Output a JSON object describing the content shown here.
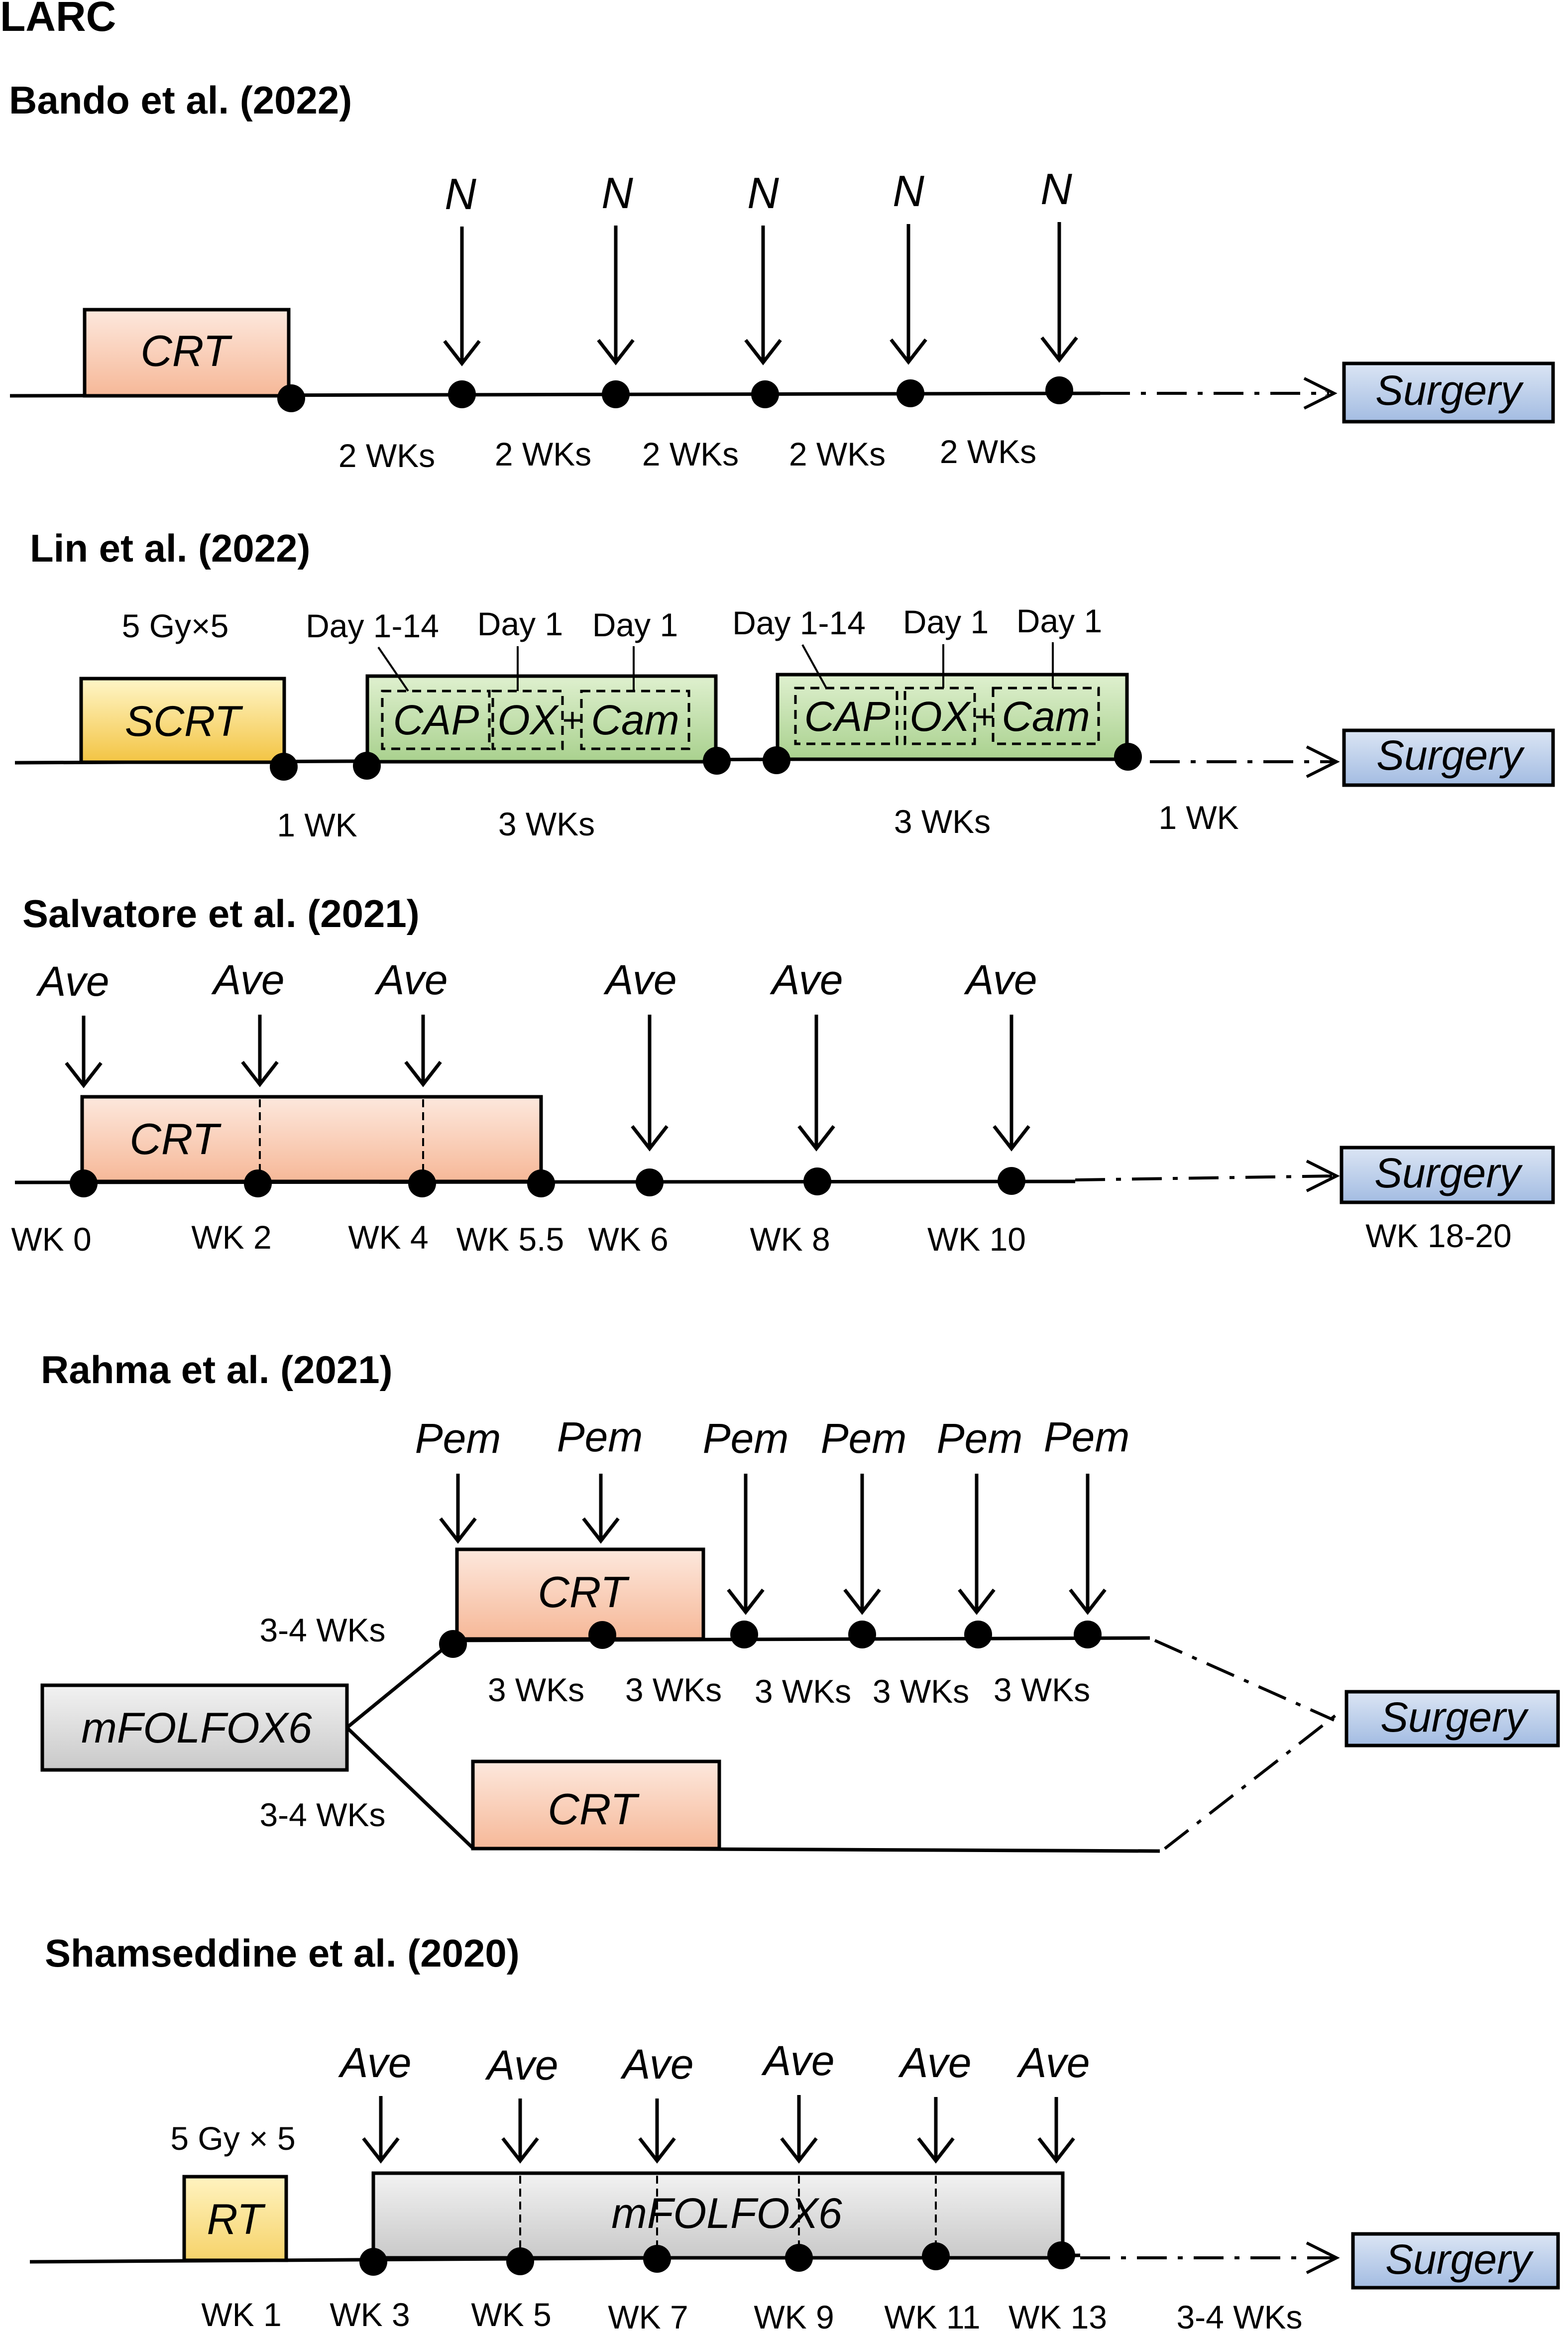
{
  "figure_label": "LARC",
  "colors": {
    "crt": "#f9c9b0",
    "crt_light": "#fde8dd",
    "scrt_top": "#fff3b8",
    "scrt_bottom": "#f5c84a",
    "green": "#c4dfa8",
    "gray": "#d9d9d9",
    "surgery": "#b4c7e7",
    "rt": "#fde8a0"
  },
  "panels": {
    "bando": {
      "title": "Bando et al. (2022)",
      "box": "CRT",
      "drug": "N",
      "intervals": [
        "2 WKs",
        "2 WKs",
        "2 WKs",
        "2 WKs",
        "2 WKs"
      ],
      "surgery": "Surgery"
    },
    "lin": {
      "title": "Lin et al. (2022)",
      "dose": "5 Gy×5",
      "box": "SCRT",
      "day_labels": [
        "Day 1-14",
        "Day 1",
        "Day 1",
        "Day 1-14",
        "Day 1",
        "Day 1"
      ],
      "cycle1": [
        "CAP",
        "OX",
        "+",
        "Cam"
      ],
      "cycle2": [
        "CAP",
        "OX",
        "+",
        "Cam"
      ],
      "intervals": [
        "1 WK",
        "3 WKs",
        "3 WKs",
        "1 WK"
      ],
      "surgery": "Surgery"
    },
    "salvatore": {
      "title": "Salvatore et al. (2021)",
      "box": "CRT",
      "drug": "Ave",
      "weeks": [
        "WK 0",
        "WK 2",
        "WK 4",
        "WK 5.5",
        "WK 6",
        "WK 8",
        "WK 10",
        "WK 18-20"
      ],
      "surgery": "Surgery"
    },
    "rahma": {
      "title": "Rahma et al. (2021)",
      "drug": "Pem",
      "induction": "mFOLFOX6",
      "arm_gap": [
        "3-4 WKs",
        "3-4 WKs"
      ],
      "box": "CRT",
      "intervals": [
        "3 WKs",
        "3 WKs",
        "3 WKs",
        "3 WKs",
        "3 WKs"
      ],
      "surgery": "Surgery"
    },
    "shamseddine": {
      "title": "Shamseddine et al. (2020)",
      "dose": "5 Gy × 5",
      "rt": "RT",
      "box": "mFOLFOX6",
      "drug": "Ave",
      "weeks": [
        "WK 1",
        "WK 3",
        "WK 5",
        "WK 7",
        "WK 9",
        "WK 11",
        "WK 13",
        "3-4 WKs"
      ],
      "surgery": "Surgery"
    }
  }
}
